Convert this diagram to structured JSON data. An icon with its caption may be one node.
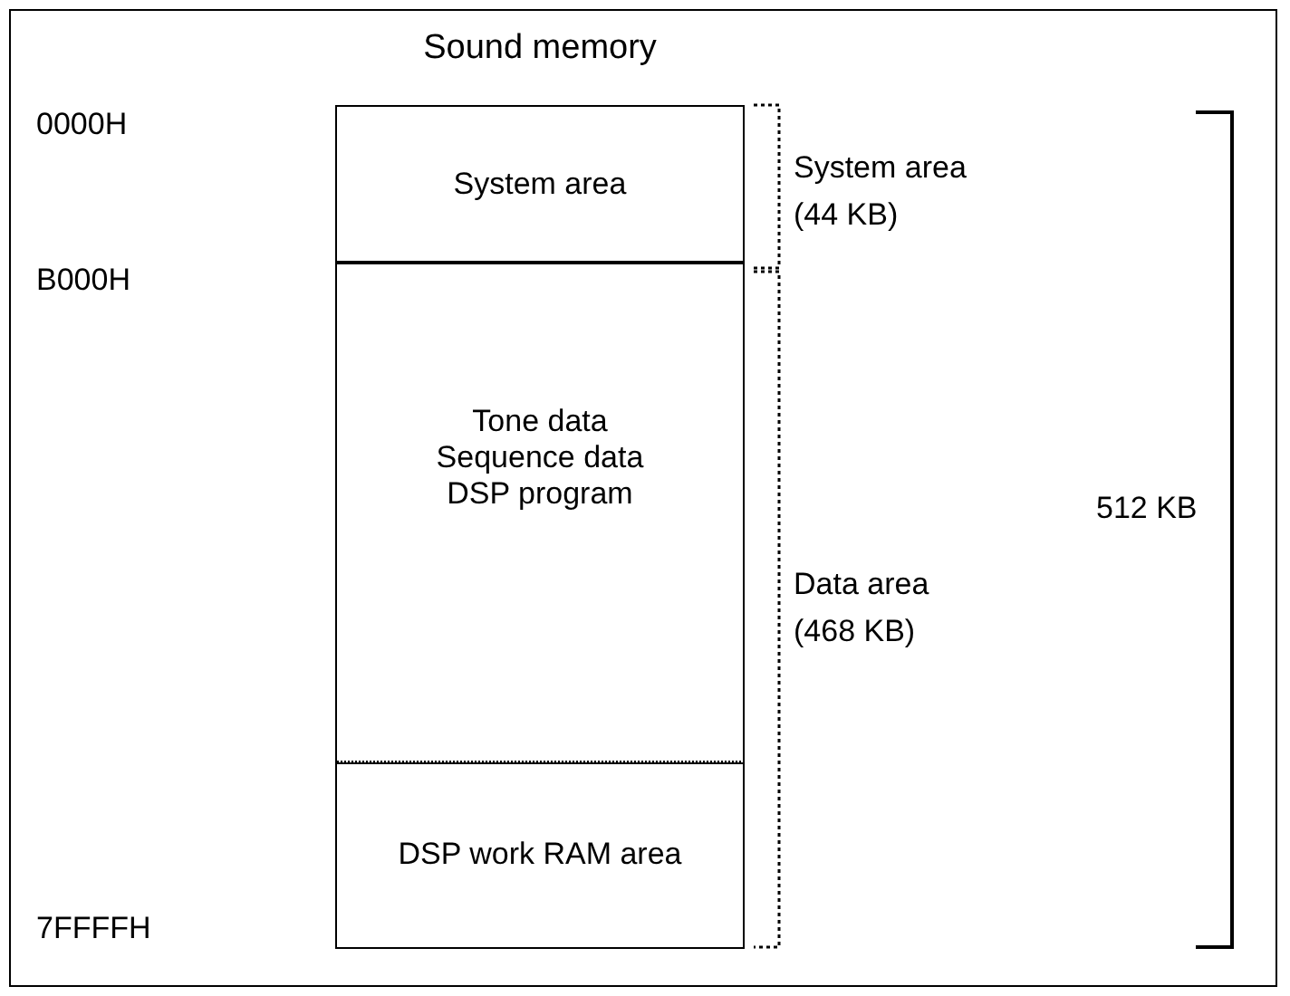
{
  "diagram": {
    "title": "Sound memory",
    "nodes": [
      {
        "text": [
          "System area"
        ]
      },
      {
        "text": [
          "Tone data",
          "Sequence data",
          "DSP program"
        ]
      },
      {
        "text": [
          "DSP work RAM area"
        ]
      }
    ],
    "labels": [
      "0000H",
      "System area (44 KB)",
      "B000H",
      "Data area (468 KB)",
      "512 KB",
      "7FFFFH"
    ]
  }
}
